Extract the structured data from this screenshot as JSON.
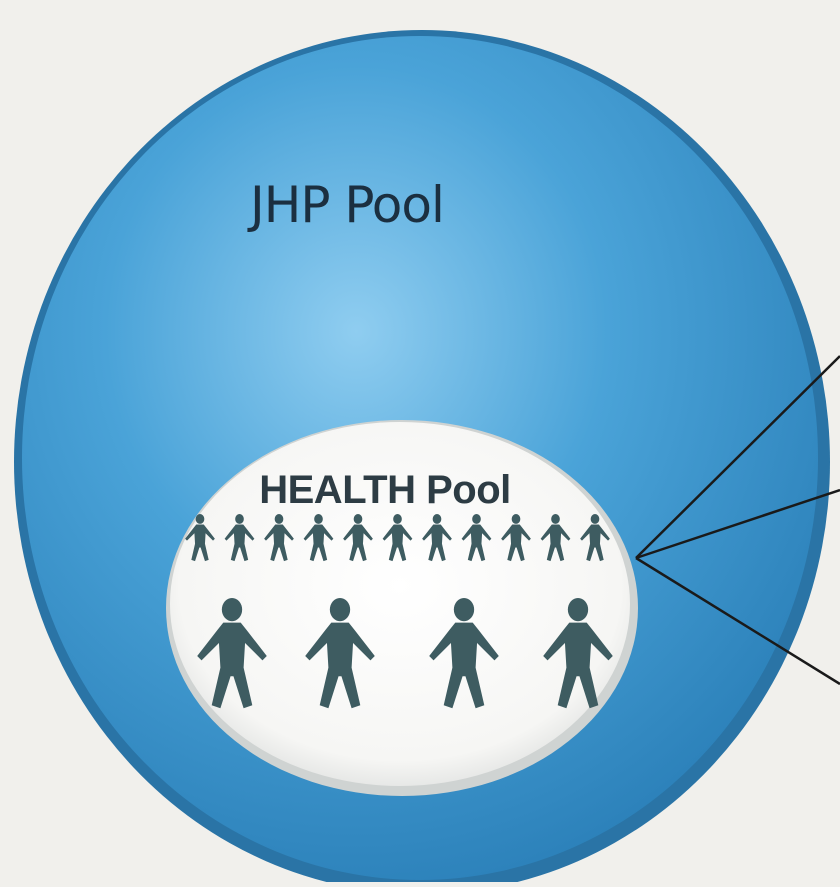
{
  "diagram": {
    "outer_pool": {
      "label": "JHP Pool",
      "color": "#3d97cf"
    },
    "inner_pool": {
      "label": "HEALTH Pool",
      "background": "#f7f7f5"
    },
    "people": {
      "color": "#3e5c61",
      "small_figures": 11,
      "large_figures": 4
    },
    "callout_lines": 3
  }
}
